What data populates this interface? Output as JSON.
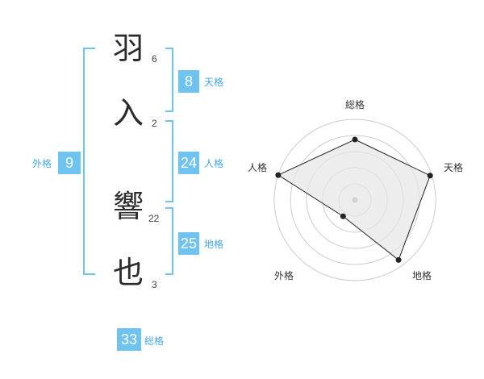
{
  "name_chars": [
    {
      "char": "羽",
      "strokes": "6"
    },
    {
      "char": "入",
      "strokes": "2"
    },
    {
      "char": "響",
      "strokes": "22"
    },
    {
      "char": "也",
      "strokes": "3"
    }
  ],
  "scores": {
    "tenkaku": {
      "value": "8",
      "label": "天格"
    },
    "jinkaku": {
      "value": "24",
      "label": "人格"
    },
    "chikaku": {
      "value": "25",
      "label": "地格"
    },
    "gaikaku": {
      "value": "9",
      "label": "外格"
    },
    "soukaku": {
      "value": "33",
      "label": "総格"
    }
  },
  "colors": {
    "accent": "#6fc3f0",
    "accent_text": "#4aa7e0",
    "radar_fill": "#e6e6e6"
  },
  "radar": {
    "axis_labels": [
      "総格",
      "天格",
      "地格",
      "外格",
      "人格"
    ],
    "levels_shown": 5,
    "values_fraction": [
      0.75,
      0.98,
      0.92,
      0.25,
      1.0
    ]
  }
}
